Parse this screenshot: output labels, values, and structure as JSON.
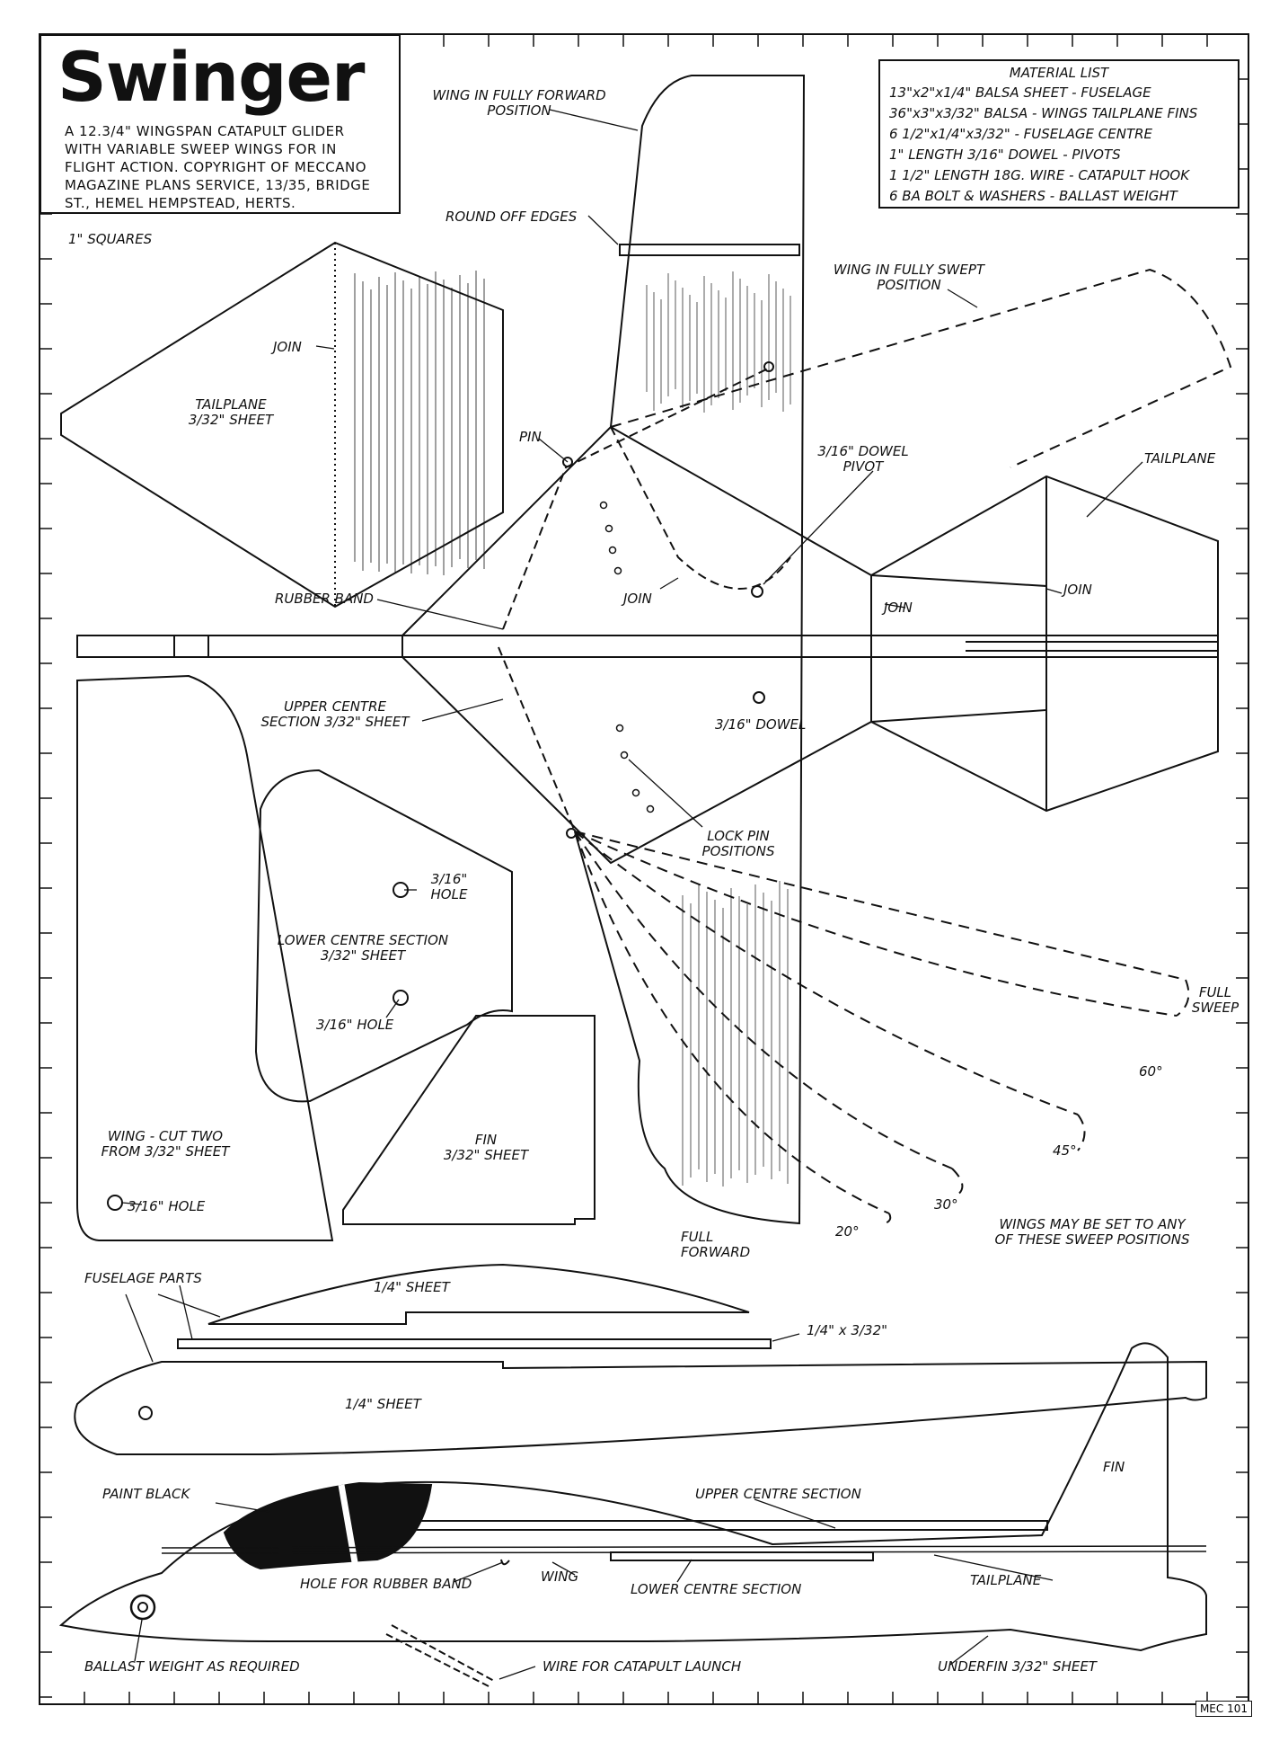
{
  "title": "Swinger",
  "subtitle": "A 12.3/4\" WINGSPAN CATAPULT GLIDER\nWITH VARIABLE SWEEP WINGS FOR IN\nFLIGHT ACTION. COPYRIGHT OF MECCANO\nMAGAZINE PLANS SERVICE, 13/35, BRIDGE\nST., HEMEL HEMPSTEAD, HERTS.",
  "material_list": {
    "title": "MATERIAL LIST",
    "items": [
      "13\"x2\"x1/4\" BALSA SHEET - FUSELAGE",
      "36\"x3\"x3/32\" BALSA - WINGS TAILPLANE FINS",
      "6 1/2\"x1/4\"x3/32\" - FUSELAGE CENTRE",
      "1\" LENGTH 3/16\" DOWEL - PIVOTS",
      "1 1/2\" LENGTH 18G. WIRE - CATAPULT HOOK",
      "6 BA BOLT & WASHERS - BALLAST WEIGHT"
    ]
  },
  "labels": {
    "squares": "1\" SQUARES",
    "wing_forward": "WING IN FULLY FORWARD\nPOSITION",
    "round_off": "ROUND OFF EDGES",
    "wing_swept": "WING IN FULLY SWEPT\nPOSITION",
    "join_tail": "JOIN",
    "tailplane_sheet": "TAILPLANE\n3/32\" SHEET",
    "pin": "PIN",
    "dowel_pivot": "3/16\" DOWEL\nPIVOT",
    "tailplane": "TAILPLANE",
    "rubber_band": "RUBBER BAND",
    "join_centre": "JOIN",
    "join_tail2": "JOIN",
    "join_right": "JOIN",
    "upper_centre": "UPPER CENTRE\nSECTION 3/32\" SHEET",
    "dowel": "3/16\" DOWEL",
    "lock_pin": "LOCK PIN\nPOSITIONS",
    "hole1": "3/16\"\nHOLE",
    "lower_centre": "LOWER CENTRE SECTION\n3/32\" SHEET",
    "hole2": "3/16\" HOLE",
    "full_sweep": "FULL\nSWEEP",
    "deg60": "60°",
    "deg45": "45°",
    "deg30": "30°",
    "deg20": "20°",
    "full_forward": "FULL\nFORWARD",
    "fin_sheet": "FIN\n3/32\" SHEET",
    "wing_cut": "WING - CUT TWO\nFROM 3/32\" SHEET",
    "hole3": "3/16\" HOLE",
    "sweep_note": "WINGS MAY BE SET TO ANY\nOF THESE SWEEP POSITIONS",
    "fuselage_parts": "FUSELAGE PARTS",
    "sheet_quarter1": "1/4\" SHEET",
    "strip": "1/4\" x 3/32\"",
    "sheet_quarter2": "1/4\" SHEET",
    "fin": "FIN",
    "paint_black": "PAINT BLACK",
    "upper_centre_section": "UPPER CENTRE SECTION",
    "hole_rubber": "HOLE FOR RUBBER BAND",
    "wing": "WING",
    "lower_centre_section": "LOWER CENTRE SECTION",
    "tailplane_side": "TAILPLANE",
    "ballast": "BALLAST WEIGHT AS REQUIRED",
    "wire": "WIRE FOR CATAPULT LAUNCH",
    "underfin": "UNDERFIN 3/32\" SHEET"
  },
  "tag": "MEC 101"
}
